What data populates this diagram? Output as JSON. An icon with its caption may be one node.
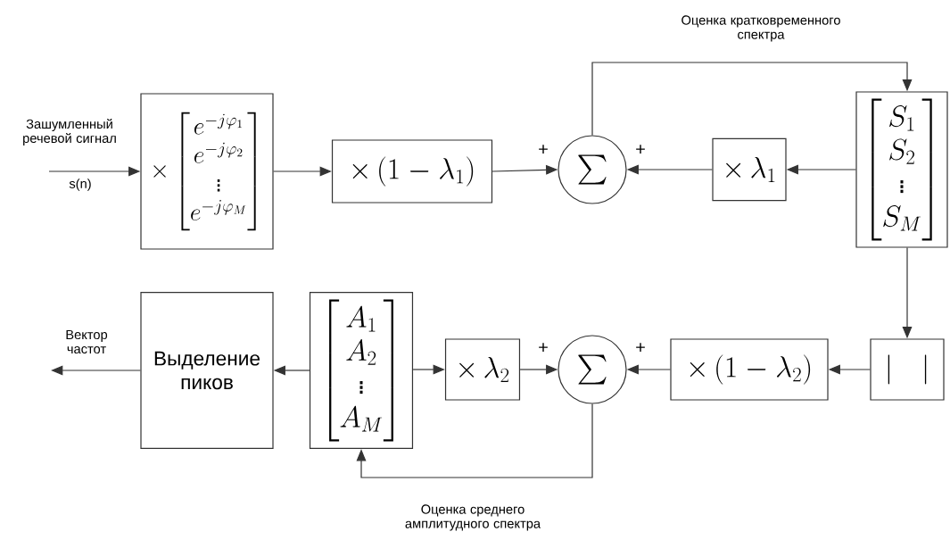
{
  "diagram": {
    "nodes": [
      {
        "text": [
          "\\times\\begin{bmatrix} e^{-j\\varphi_1}\\\\ e^{-j\\varphi_2}\\\\ \\vdots\\\\ e^{-j\\varphi_M}\\end{bmatrix}"
        ]
      },
      {
        "text": [
          "\\times\\,(1-\\lambda_1)"
        ]
      },
      {
        "text": [
          "\\sum"
        ]
      },
      {
        "text": [
          "\\times\\,\\lambda_1"
        ]
      },
      {
        "text": [
          "\\begin{bmatrix} S_1\\\\ S_2\\\\ \\vdots\\\\ S_M\\end{bmatrix}"
        ]
      },
      {
        "text": [
          "|\\quad|"
        ]
      },
      {
        "text": [
          "\\times\\,(1-\\lambda_2)"
        ]
      },
      {
        "text": [
          "\\sum"
        ]
      },
      {
        "text": [
          "\\times\\,\\lambda_2"
        ]
      },
      {
        "text": [
          "\\begin{bmatrix} A_1\\\\ A_2\\\\ \\vdots\\\\ A_M\\end{bmatrix}"
        ]
      },
      {
        "text": [
          "Выделение пиков"
        ]
      }
    ],
    "edges": [
      {
        "from": null,
        "to": 0,
        "arrow": "to",
        "label": "Зашумленный речевой сигнал"
      },
      {
        "from": 0,
        "to": 1,
        "arrow": "to"
      },
      {
        "from": 1,
        "to": 2,
        "arrow": "to"
      },
      {
        "from": 4,
        "to": 3,
        "arrow": "to"
      },
      {
        "from": 3,
        "to": 2,
        "arrow": "to"
      },
      {
        "from": 2,
        "to": 4,
        "arrow": "to",
        "label": "Оценка кратковременного спектра"
      },
      {
        "from": 4,
        "to": 5,
        "arrow": "to"
      },
      {
        "from": 5,
        "to": 6,
        "arrow": "to"
      },
      {
        "from": 6,
        "to": 7,
        "arrow": "to"
      },
      {
        "from": 8,
        "to": 7,
        "arrow": "to"
      },
      {
        "from": 9,
        "to": 8,
        "arrow": "to"
      },
      {
        "from": 7,
        "to": 9,
        "arrow": "to",
        "label": "Оценка среднего амплитудного спектра"
      },
      {
        "from": 9,
        "to": 10,
        "arrow": "to"
      },
      {
        "from": 10,
        "to": null,
        "arrow": "to",
        "label": "Вектор частот"
      }
    ],
    "labels": [
      "s(n)",
      "+",
      "+",
      "+",
      "+"
    ]
  }
}
